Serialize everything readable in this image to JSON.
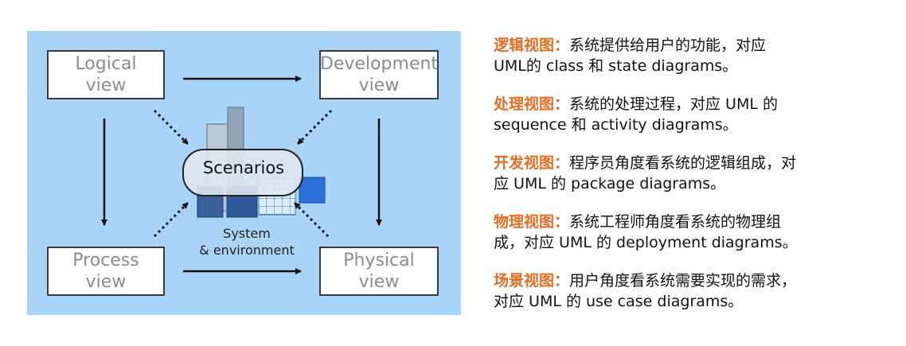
{
  "diagram": {
    "views": [
      {
        "id": "logical",
        "label": "Logical\nview"
      },
      {
        "id": "development",
        "label": "Development\nview"
      },
      {
        "id": "process",
        "label": "Process\nview"
      },
      {
        "id": "physical",
        "label": "Physical\nview"
      }
    ],
    "center_label": "Scenarios",
    "bottom_label": "System\n& environment"
  },
  "descriptions": [
    {
      "title": "逻辑视图：",
      "text": "系统提供给用户的功能，对应\nUML的 class 和 state diagrams。"
    },
    {
      "title": "处理视图：",
      "text": "系统的处理过程，对应 UML 的\nsequence 和 activity diagrams。"
    },
    {
      "title": "开发视图：",
      "text": "程序员角度看系统的逻辑组成，对\n应 UML 的 package diagrams。"
    },
    {
      "title": "物理视图：",
      "text": "系统工程师角度看系统的物理组\n成，对应 UML 的 deployment diagrams。"
    },
    {
      "title": "场景视图：",
      "text": "用户角度看系统需要实现的需求，\n对应 UML 的 use case diagrams。"
    }
  ],
  "colors": {
    "panel_bg": "#a9d4f7",
    "title_orange": "#e86b1f",
    "box_text": "#8c8c8c"
  }
}
